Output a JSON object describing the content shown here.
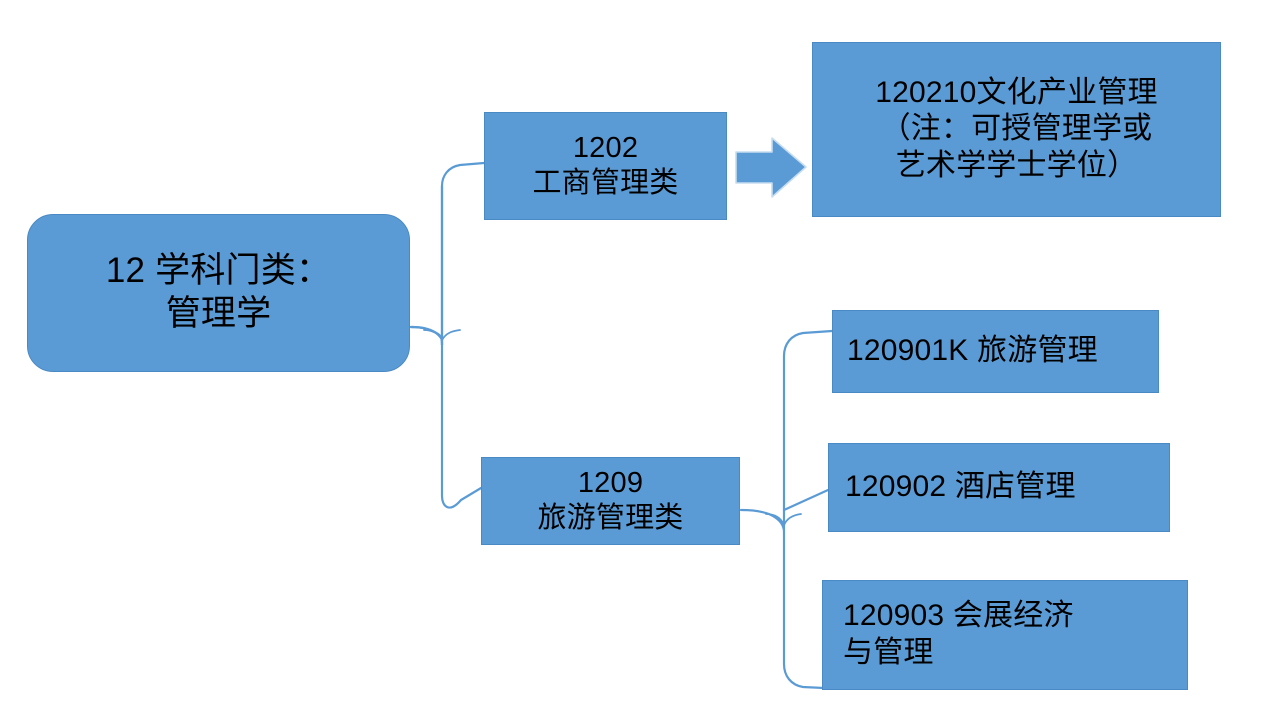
{
  "diagram": {
    "title_text": "12 学科门类：\n管理学",
    "theme": {
      "node_fill": "#5b9bd5",
      "node_border": "#4a8ac4",
      "connector_stroke": "#5b9bd5",
      "text_color": "#000000",
      "background": "#ffffff"
    },
    "root": {
      "label": "12 学科门类：\n管理学"
    },
    "branches": [
      {
        "code": "1202",
        "name": "工商管理类",
        "label": "1202\n工商管理类",
        "children": [
          {
            "code": "120210",
            "name": "文化产业管理",
            "note": "（注：可授管理学或艺术学学士学位）",
            "label": "120210文化产业管理\n（注：可授管理学或\n艺术学学士学位）"
          }
        ]
      },
      {
        "code": "1209",
        "name": "旅游管理类",
        "label": "1209\n旅游管理类",
        "children": [
          {
            "code": "120901K",
            "name": "旅游管理",
            "label": "120901K 旅游管理"
          },
          {
            "code": "120902",
            "name": "酒店管理",
            "label": "120902 酒店管理"
          },
          {
            "code": "120903",
            "name": "会展经济与管理",
            "label": "120903 会展经济\n与管理"
          }
        ]
      }
    ],
    "connectors": [
      {
        "name": "brace-root-to-categories",
        "from": "root",
        "to": [
          "1202",
          "1209"
        ]
      },
      {
        "name": "brace-1209-to-majors",
        "from": "1209",
        "to": [
          "120901K",
          "120902",
          "120903"
        ]
      },
      {
        "name": "arrow-1202-to-120210",
        "from": "1202",
        "to": "120210",
        "style": "block-arrow-right"
      }
    ]
  }
}
